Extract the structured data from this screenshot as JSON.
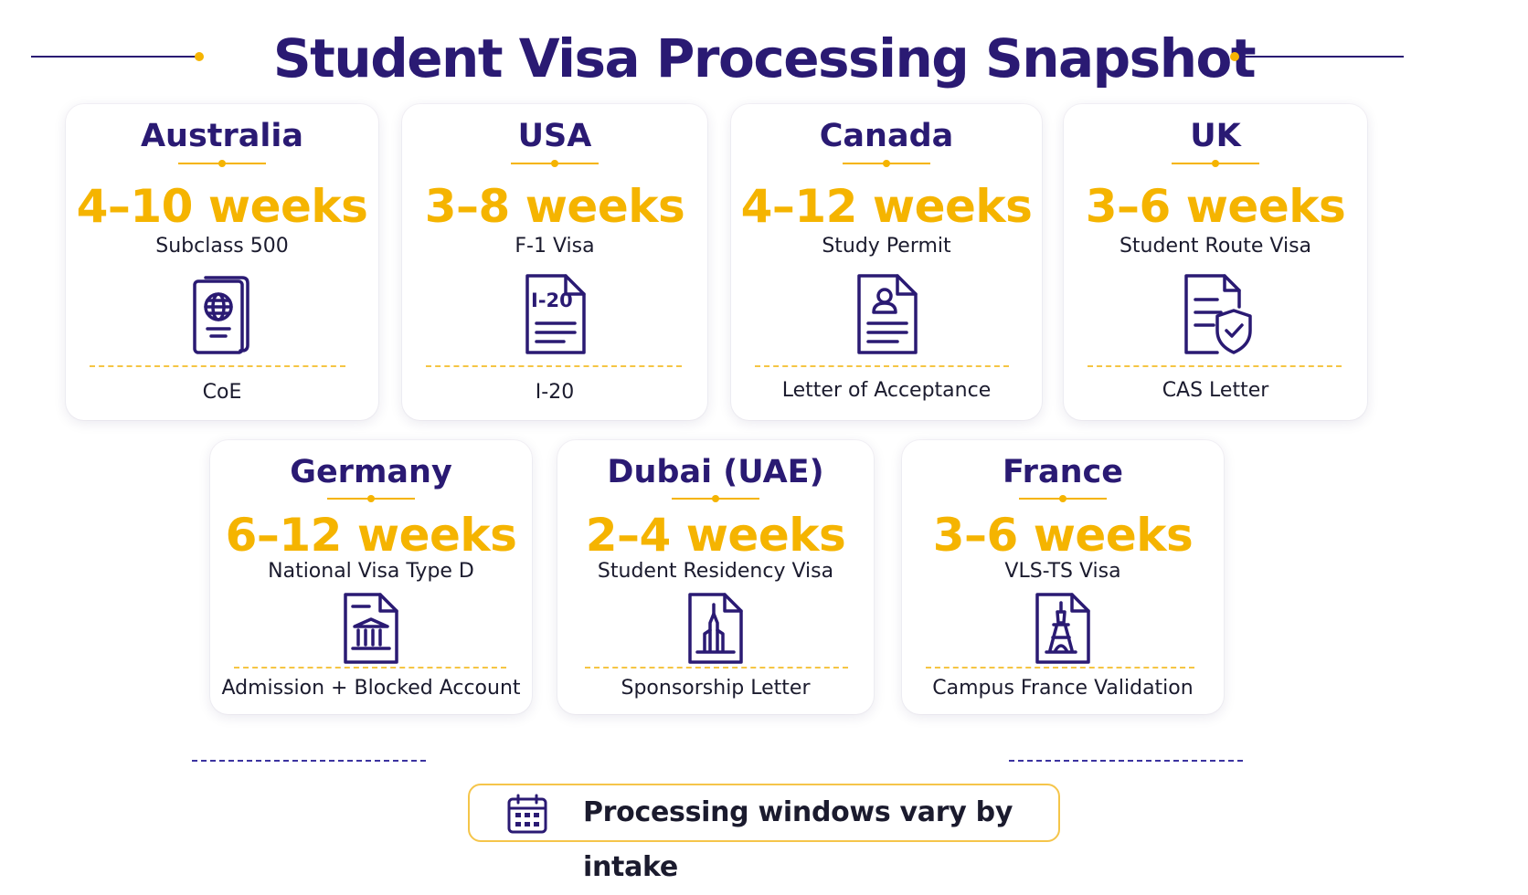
{
  "title": "Student Visa Processing Snapshot",
  "accent_color": "#f5b400",
  "primary_color": "#2a1a73",
  "cards": [
    {
      "country": "Australia",
      "duration": "4–10 weeks",
      "visa": "Subclass 500",
      "document": "CoE",
      "icon": "passport-icon"
    },
    {
      "country": "USA",
      "duration": "3–8 weeks",
      "visa": "F-1 Visa",
      "document": "I-20",
      "icon": "i20-document-icon",
      "icon_text": "I-20"
    },
    {
      "country": "Canada",
      "duration": "4–12 weeks",
      "visa": "Study Permit",
      "document": "Letter of Acceptance",
      "icon": "profile-document-icon"
    },
    {
      "country": "UK",
      "duration": "3–6 weeks",
      "visa": "Student Route Visa",
      "document": "CAS Letter",
      "icon": "shield-document-icon"
    },
    {
      "country": "Germany",
      "duration": "6–12 weeks",
      "visa": "National Visa Type D",
      "document": "Admission + Blocked Account",
      "icon": "bank-document-icon"
    },
    {
      "country": "Dubai (UAE)",
      "duration": "2–4 weeks",
      "visa": "Student Residency Visa",
      "document": "Sponsorship Letter",
      "icon": "skyscraper-document-icon"
    },
    {
      "country": "France",
      "duration": "3–6 weeks",
      "visa": "VLS-TS Visa",
      "document": "Campus France Validation",
      "icon": "eiffel-tower-document-icon"
    }
  ],
  "footer": {
    "text": "Processing windows vary by intake",
    "icon": "calendar-icon"
  }
}
